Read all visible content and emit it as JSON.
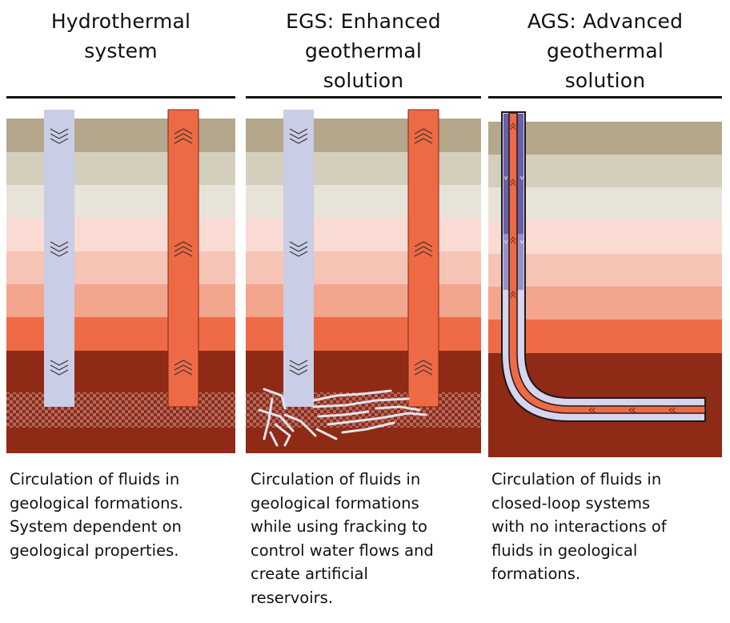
{
  "columns": [
    {
      "title": "Hydrothermal\nsystem",
      "description": "Circulation of fluids in\ngeological formations.\nSystem dependent on\ngeological properties."
    },
    {
      "title": "EGS: Enhanced\ngeothermal\nsolution",
      "description": "Circulation of fluids in\ngeological formations\nwhile using fracking to\ncontrol water flows and\ncreate artificial\nreservoirs."
    },
    {
      "title": "AGS: Advanced\ngeothermal\nsolution",
      "description": "Circulation of fluids in\nclosed-loop systems\nwith no interactions of\nfluids in geological\nformations."
    }
  ],
  "colors": {
    "layers": [
      "#b4a78b",
      "#d4cebd",
      "#e8e3d8",
      "#f9dbd3",
      "#f6c4b4",
      "#f3a58d",
      "#ef6b47",
      "#8e2a16"
    ],
    "reservoir": "#a85a4e",
    "cold_well": "#c9cde6",
    "hot_well": "#ee6a45",
    "ags_cold": "#6a5fa8",
    "fracture": "#e4e4ee"
  }
}
